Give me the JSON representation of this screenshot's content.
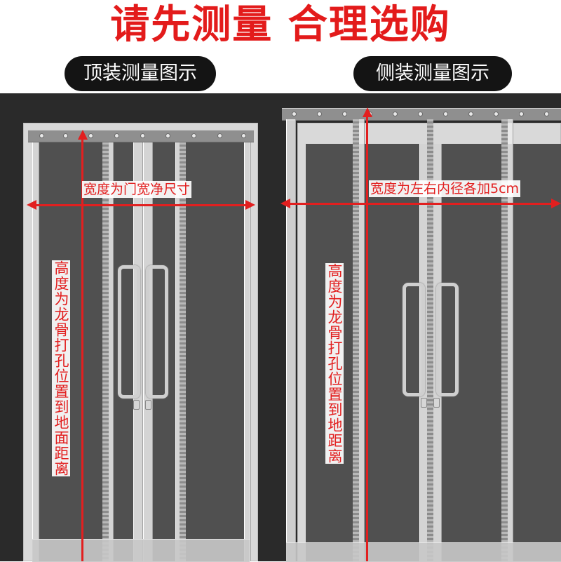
{
  "headline": "请先测量 合理选购",
  "left_panel": {
    "title": "顶装测量图示",
    "width_label": "宽度为门宽净尺寸",
    "height_label": "高度为龙骨打孔位置到地面距离"
  },
  "right_panel": {
    "title": "侧装测量图示",
    "width_label": "宽度为左右内径各加5cm",
    "height_label": "高度为龙骨打孔位置到地距离"
  },
  "colors": {
    "headline_red": "#e31b1b",
    "arrow_red": "#e21f1f",
    "pill_bg": "#141414",
    "background_dark": "#2a2a2a"
  },
  "icons": [
    "door-handle-icon",
    "door-handle-icon"
  ]
}
